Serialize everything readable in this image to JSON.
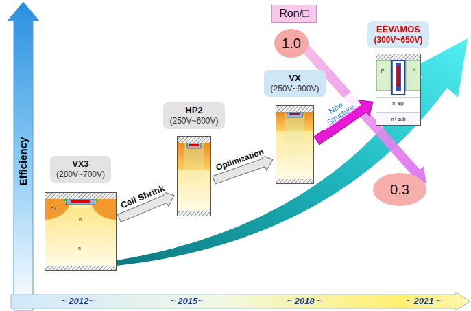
{
  "diagram": {
    "nodes": [
      {
        "text": [
          "VX3",
          "(280V~700V)"
        ]
      },
      {
        "text": [
          "HP2",
          "(250V~600V)"
        ]
      },
      {
        "text": [
          "VX",
          "(250V~900V)"
        ]
      },
      {
        "text": [
          "EEVAMOS",
          "(300V~650V)"
        ]
      },
      {
        "text": [
          "Ron/□"
        ]
      },
      {
        "text": [
          "1.0"
        ]
      },
      {
        "text": [
          "0.3"
        ]
      }
    ],
    "edges": [
      {
        "from": 0,
        "to": 1,
        "label": "Cell Shrink",
        "arrow": "to"
      },
      {
        "from": 1,
        "to": 2,
        "label": "Optimization",
        "arrow": "to"
      },
      {
        "from": 2,
        "to": 3,
        "label": "New Structure",
        "arrow": "to"
      }
    ],
    "labels": [
      "Efficiency",
      "~ 2012~",
      "~ 2015~",
      "~ 2018 ~",
      "~ 2021 ~",
      "P+",
      "n",
      "n-",
      "P",
      "P",
      "n- epi",
      "n+ sub"
    ]
  }
}
